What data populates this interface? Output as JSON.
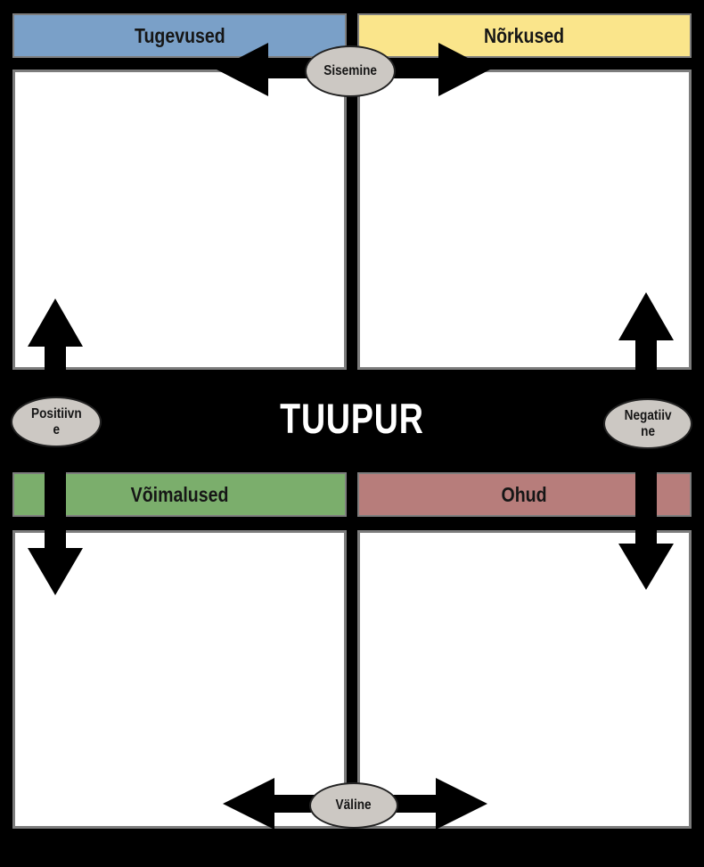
{
  "title": "TUUPUR",
  "quadrants": [
    {
      "key": "strengths",
      "label": "Tugevused",
      "color": "#7aa0c8"
    },
    {
      "key": "weaknesses",
      "label": "Nõrkused",
      "color": "#fae58b"
    },
    {
      "key": "opportunities",
      "label": "Võimalused",
      "color": "#7bae6c"
    },
    {
      "key": "threats",
      "label": "Ohud",
      "color": "#b77d7b"
    }
  ],
  "axes": {
    "internal": {
      "label": "Sisemine"
    },
    "external": {
      "label": "Väline"
    },
    "positive": {
      "line1": "Positiivn",
      "line2": "e"
    },
    "negative": {
      "line1": "Negatiiv",
      "line2": "ne"
    }
  },
  "colors": {
    "background": "#000000",
    "cell_fill": "#ffffff",
    "cell_border": "#7d7d7d",
    "arrow": "#000000",
    "oval_fill": "#ccc8c3",
    "oval_border": "#222222",
    "title_text": "#ffffff",
    "label_text": "#161616"
  }
}
